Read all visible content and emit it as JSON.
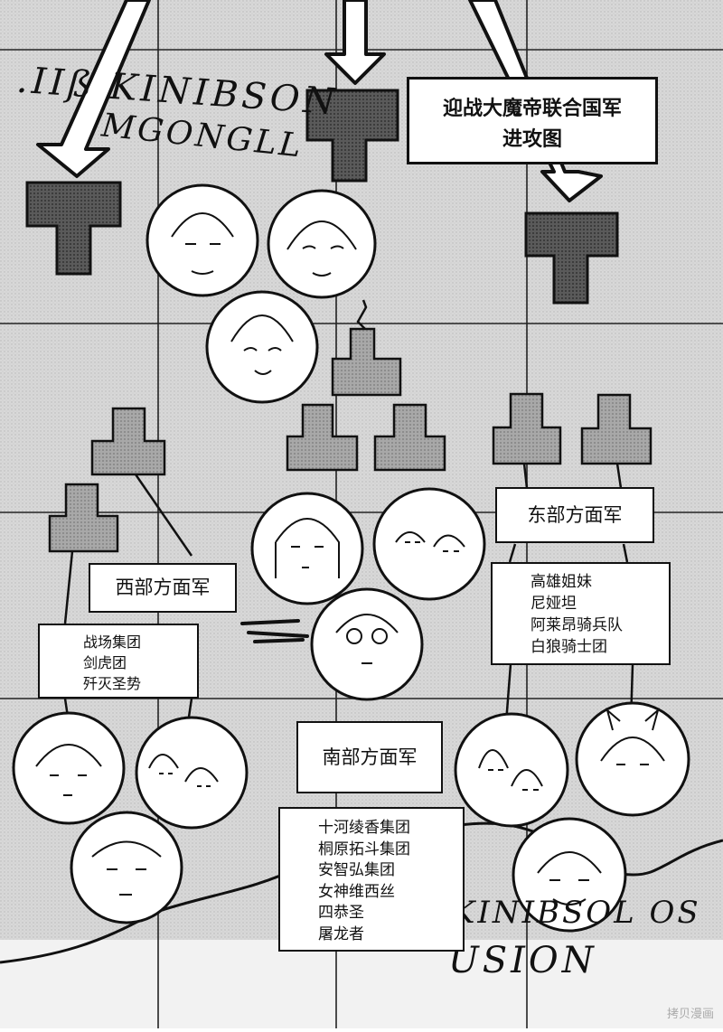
{
  "title": {
    "line1": "迎战大魔帝联合国军",
    "line2": "进攻图"
  },
  "west": {
    "army_label": "西部方面军",
    "units": [
      "战场集团",
      "剑虎团",
      "歼灭圣势"
    ]
  },
  "east": {
    "army_label": "东部方面军",
    "units": [
      "高雄姐妹",
      "尼娅坦",
      "阿莱昂骑兵队",
      "白狼骑士团"
    ]
  },
  "south": {
    "army_label": "南部方面军",
    "units": [
      "十河绫香集团",
      "桐原拓斗集团",
      "安智弘集团",
      "女神维西丝",
      "四恭圣",
      "屠龙者"
    ]
  },
  "watermark": "拷贝漫画",
  "colors": {
    "background_gray": "#d2d2d2",
    "grid_line": "#222222",
    "unit_block_fill": "#6e6e6e",
    "ink": "#111111"
  }
}
